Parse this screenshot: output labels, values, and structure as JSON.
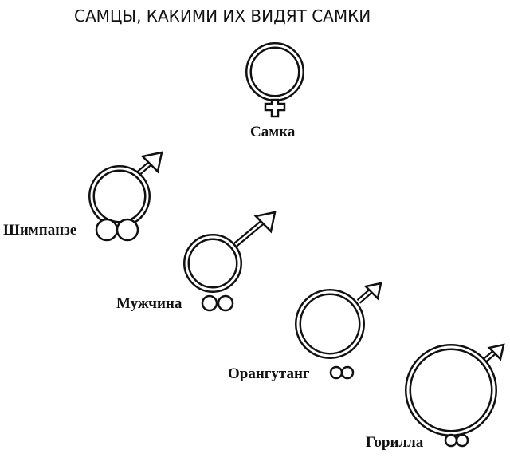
{
  "title": "САМЦЫ, КАКИМИ ИХ ВИДЯТ САМКИ",
  "colors": {
    "ink": "#111111",
    "background": "#ffffff"
  },
  "figures": [
    {
      "id": "female",
      "label": "Самка",
      "symbol": "venus-icon"
    },
    {
      "id": "chimpanzee",
      "label": "Шимпанзе",
      "symbol": "mars-icon",
      "testes": "large"
    },
    {
      "id": "human",
      "label": "Мужчина",
      "symbol": "mars-icon",
      "testes": "medium"
    },
    {
      "id": "orangutan",
      "label": "Орангутанг",
      "symbol": "mars-icon",
      "testes": "small"
    },
    {
      "id": "gorilla",
      "label": "Горилла",
      "symbol": "mars-icon",
      "testes": "small"
    }
  ]
}
